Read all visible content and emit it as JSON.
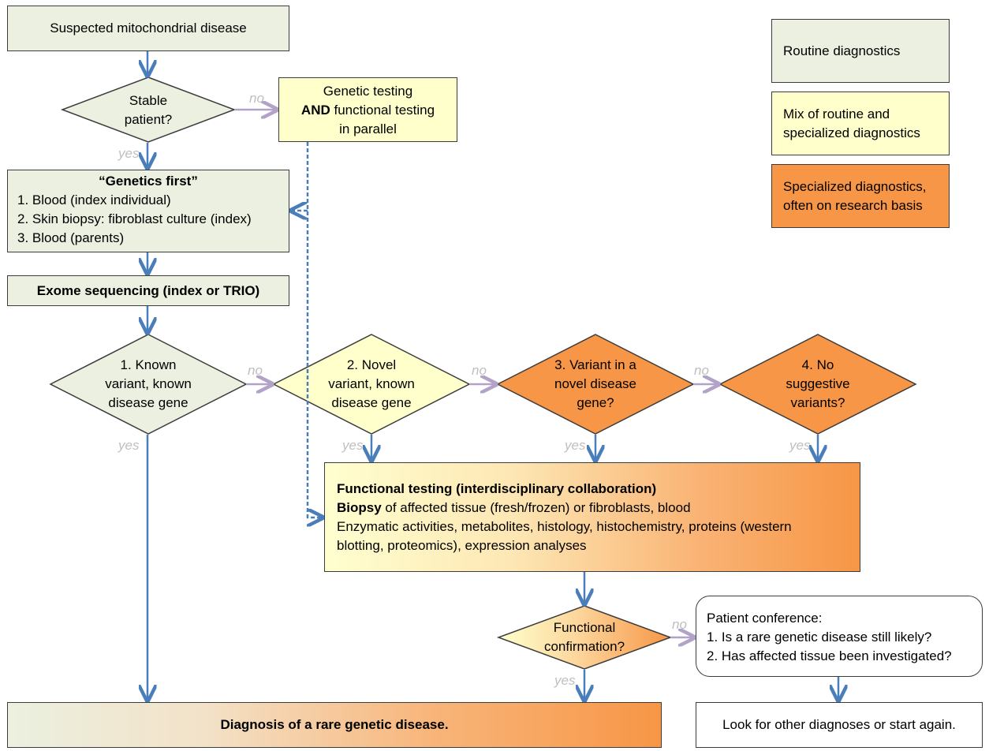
{
  "nodes": {
    "start": "Suspected mitochondrial disease",
    "stable": [
      "Stable",
      "patient?"
    ],
    "parallel": {
      "line1": "Genetic testing",
      "line2_bold": "AND",
      "line2_rest": " functional testing",
      "line3": "in parallel"
    },
    "genetics_first": {
      "title": "“Genetics first”",
      "items": [
        "1. Blood (index individual)",
        "2. Skin biopsy: fibroblast culture (index)",
        "3. Blood (parents)"
      ]
    },
    "exome": "Exome sequencing (index or TRIO)",
    "d1": [
      "1. Known",
      "variant, known",
      "disease gene"
    ],
    "d2": [
      "2. Novel",
      "variant, known",
      "disease gene"
    ],
    "d3": [
      "3. Variant in a",
      "novel disease",
      "gene?"
    ],
    "d4": [
      "4. No",
      "suggestive",
      "variants?"
    ],
    "functional_testing": {
      "title": "Functional testing (interdisciplinary collaboration)",
      "biopsy_bold": "Biopsy",
      "biopsy_rest": " of affected tissue (fresh/frozen) or fibroblasts, blood",
      "line3": "Enzymatic activities, metabolites, histology, histochemistry, proteins (western",
      "line4": "blotting, proteomics), expression analyses"
    },
    "confirm": [
      "Functional",
      "confirmation?"
    ],
    "conference": {
      "title": "Patient conference:",
      "items": [
        "1. Is a rare genetic disease still likely?",
        "2. Has affected tissue been investigated?"
      ]
    },
    "diagnosis": "Diagnosis of a rare genetic disease.",
    "other": "Look for other diagnoses or start again."
  },
  "edge_labels": {
    "yes": "yes",
    "no": "no"
  },
  "legend": [
    {
      "label": "Routine diagnostics",
      "color": "#ebf0e0"
    },
    {
      "label": "Mix of routine and specialized diagnostics",
      "color": "#ffffcc"
    },
    {
      "label": "Specialized diagnostics, often on research basis",
      "color": "#f79646"
    }
  ],
  "colors": {
    "arrow": "#4a7ebb",
    "no_arrow": "#b3a2c7",
    "label": "#bfbfbf",
    "routine": "#ebf0e0",
    "mix": "#ffffcc",
    "specialized": "#f79646"
  }
}
